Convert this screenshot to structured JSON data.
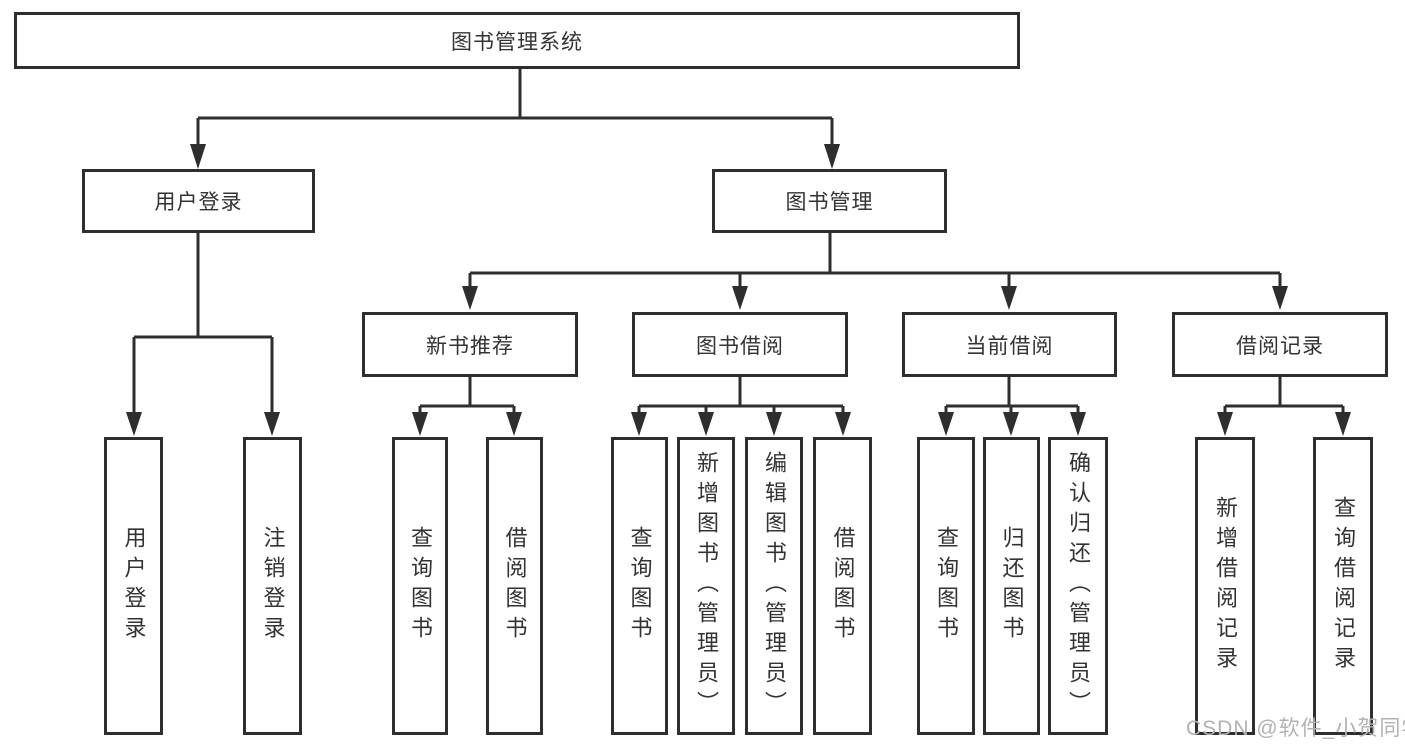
{
  "diagram": {
    "type": "hierarchy-tree",
    "title": "图书管理系统"
  },
  "tree": {
    "root": {
      "label": "图书管理系统"
    },
    "branches": [
      {
        "label": "用户登录",
        "children": [
          {
            "label": "用户登录"
          },
          {
            "label": "注销登录"
          }
        ]
      },
      {
        "label": "图书管理",
        "children": [
          {
            "label": "新书推荐",
            "children": [
              {
                "label": "查询图书"
              },
              {
                "label": "借阅图书"
              }
            ]
          },
          {
            "label": "图书借阅",
            "children": [
              {
                "label": "查询图书"
              },
              {
                "label": "新增图书（管理员）"
              },
              {
                "label": "编辑图书（管理员）"
              },
              {
                "label": "借阅图书"
              }
            ]
          },
          {
            "label": "当前借阅",
            "children": [
              {
                "label": "查询图书"
              },
              {
                "label": "归还图书"
              },
              {
                "label": "确认归还（管理员）"
              }
            ]
          },
          {
            "label": "借阅记录",
            "children": [
              {
                "label": "新增借阅记录"
              },
              {
                "label": "查询借阅记录"
              }
            ]
          }
        ]
      }
    ]
  },
  "watermark": "CSDN @软件_小贺同学",
  "colors": {
    "line": "#2e2e2e",
    "text": "#333333",
    "background": "#ffffff",
    "watermark": "#b2b2b2"
  }
}
